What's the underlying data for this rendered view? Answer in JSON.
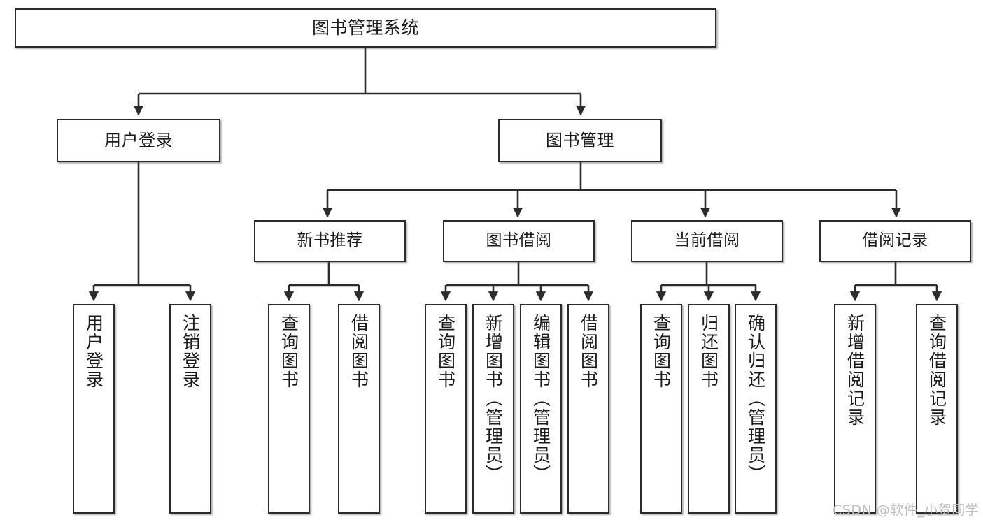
{
  "diagram": {
    "type": "hierarchy-tree",
    "title": "图书管理系统",
    "watermark": "CSDN @软件_小贺同学",
    "colors": {
      "box_border": "#2b2b2b",
      "box_fill": "#ffffff",
      "edge": "#2b2b2b",
      "text": "#1a1a1a",
      "watermark": "#bdbdbd"
    },
    "levels": [
      {
        "level": 1,
        "nodes": [
          {
            "id": "root",
            "label": "图书管理系统",
            "orientation": "horizontal"
          }
        ]
      },
      {
        "level": 2,
        "nodes": [
          {
            "id": "login",
            "label": "用户登录",
            "orientation": "horizontal",
            "parent": "root"
          },
          {
            "id": "bookmgmt",
            "label": "图书管理",
            "orientation": "horizontal",
            "parent": "root"
          }
        ]
      },
      {
        "level": 3,
        "nodes": [
          {
            "id": "newbook",
            "label": "新书推荐",
            "orientation": "horizontal",
            "parent": "bookmgmt"
          },
          {
            "id": "borrow",
            "label": "图书借阅",
            "orientation": "horizontal",
            "parent": "bookmgmt"
          },
          {
            "id": "current",
            "label": "当前借阅",
            "orientation": "horizontal",
            "parent": "bookmgmt"
          },
          {
            "id": "records",
            "label": "借阅记录",
            "orientation": "horizontal",
            "parent": "bookmgmt"
          }
        ]
      },
      {
        "level": 4,
        "nodes": [
          {
            "id": "leaf-user-login",
            "label": "用户登录",
            "orientation": "vertical",
            "parent": "login"
          },
          {
            "id": "leaf-logout",
            "label": "注销登录",
            "orientation": "vertical",
            "parent": "login"
          },
          {
            "id": "leaf-query-book-1",
            "label": "查询图书",
            "orientation": "vertical",
            "parent": "newbook"
          },
          {
            "id": "leaf-borrow-book-1",
            "label": "借阅图书",
            "orientation": "vertical",
            "parent": "newbook"
          },
          {
            "id": "leaf-query-book-2",
            "label": "查询图书",
            "orientation": "vertical",
            "parent": "borrow"
          },
          {
            "id": "leaf-add-book",
            "label": "新增图书（管理员）",
            "orientation": "vertical",
            "parent": "borrow"
          },
          {
            "id": "leaf-edit-book",
            "label": "编辑图书（管理员）",
            "orientation": "vertical",
            "parent": "borrow"
          },
          {
            "id": "leaf-borrow-book-2",
            "label": "借阅图书",
            "orientation": "vertical",
            "parent": "borrow"
          },
          {
            "id": "leaf-query-book-3",
            "label": "查询图书",
            "orientation": "vertical",
            "parent": "current"
          },
          {
            "id": "leaf-return-book",
            "label": "归还图书",
            "orientation": "vertical",
            "parent": "current"
          },
          {
            "id": "leaf-confirm-return",
            "label": "确认归还（管理员）",
            "orientation": "vertical",
            "parent": "current"
          },
          {
            "id": "leaf-add-record",
            "label": "新增借阅记录",
            "orientation": "vertical",
            "parent": "records"
          },
          {
            "id": "leaf-query-record",
            "label": "查询借阅记录",
            "orientation": "vertical",
            "parent": "records"
          }
        ]
      }
    ]
  }
}
